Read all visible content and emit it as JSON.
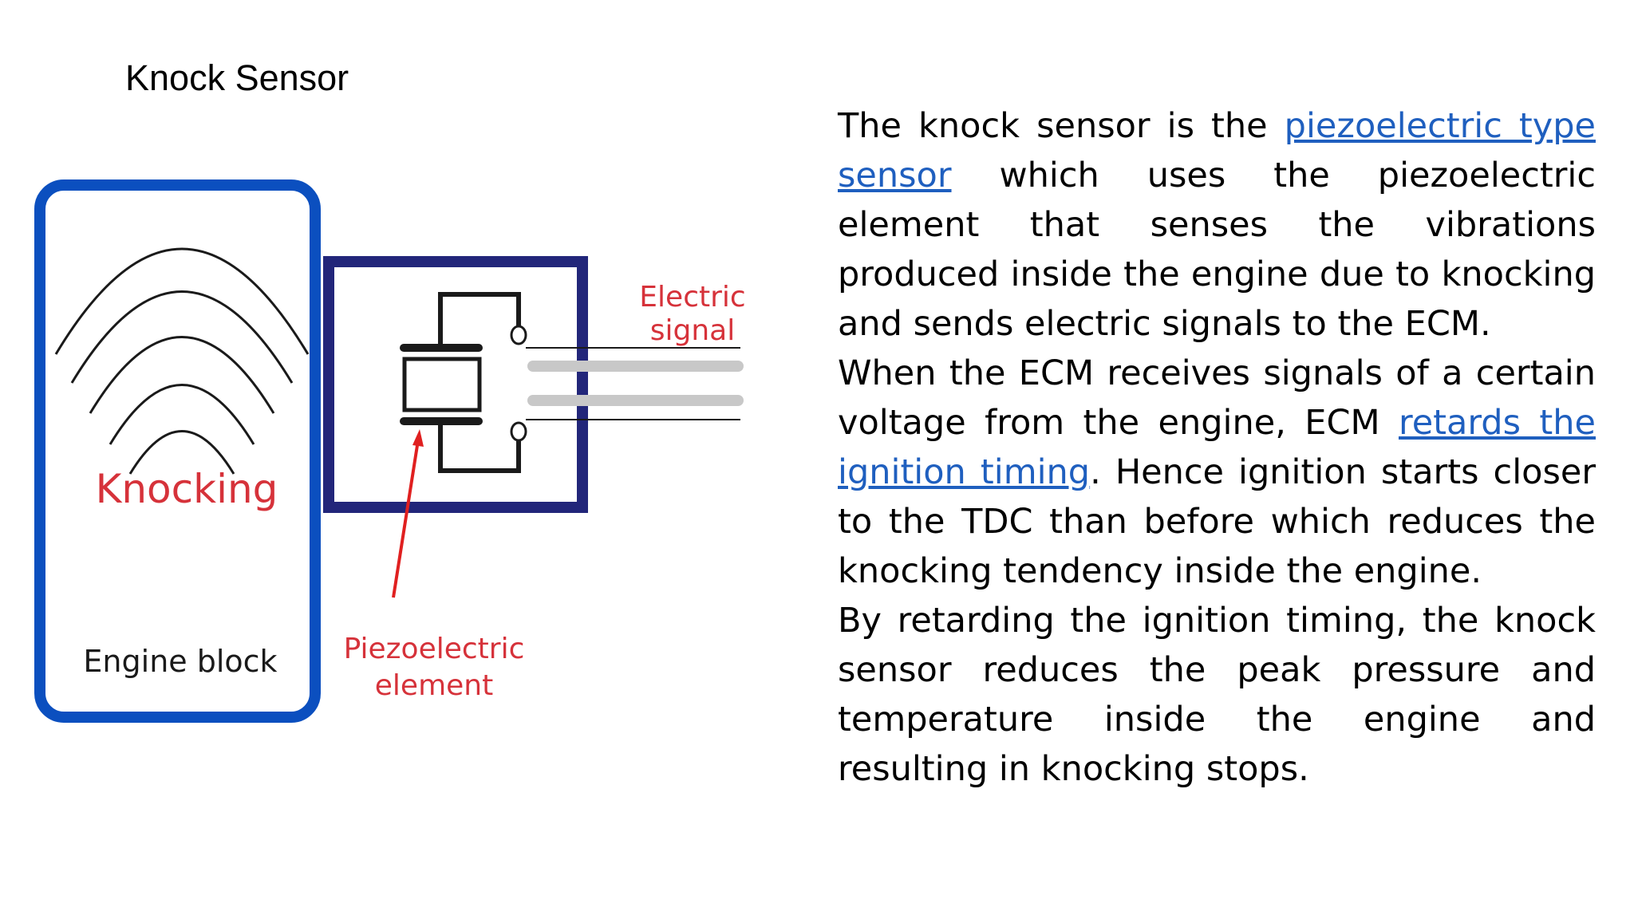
{
  "slide": {
    "title": "Knock Sensor"
  },
  "diagram": {
    "labels": {
      "knocking": "Knocking",
      "engine_block": "Engine block",
      "electric_signal_line1": "Electric",
      "electric_signal_line2": "signal",
      "piezo_line1": "Piezoelectric",
      "piezo_line2": "element"
    },
    "colors": {
      "engine_border": "#0b4fbf",
      "sensor_border": "#22267a",
      "label_red": "#d6323a",
      "arrow_red": "#e02020",
      "wire_gray": "#c8c8c8",
      "ink": "#1a1a1a"
    }
  },
  "text": {
    "p1_part1": "The knock sensor is the ",
    "p1_link": "piezoelectric type sensor",
    "p1_part2": " which uses the piezoelectric element that senses the vibrations produced inside the engine due to knocking and sends electric signals to the ECM.",
    "p2_part1": "When the ECM receives signals of a certain voltage from the engine, ECM ",
    "p2_link": "retards the ignition timing",
    "p2_part2": ". Hence ignition starts closer to the TDC than before which reduces the knocking tendency inside the engine.",
    "p3": "By retarding the ignition timing, the knock sensor reduces the peak pressure and temperature inside the engine and resulting in knocking stops."
  }
}
